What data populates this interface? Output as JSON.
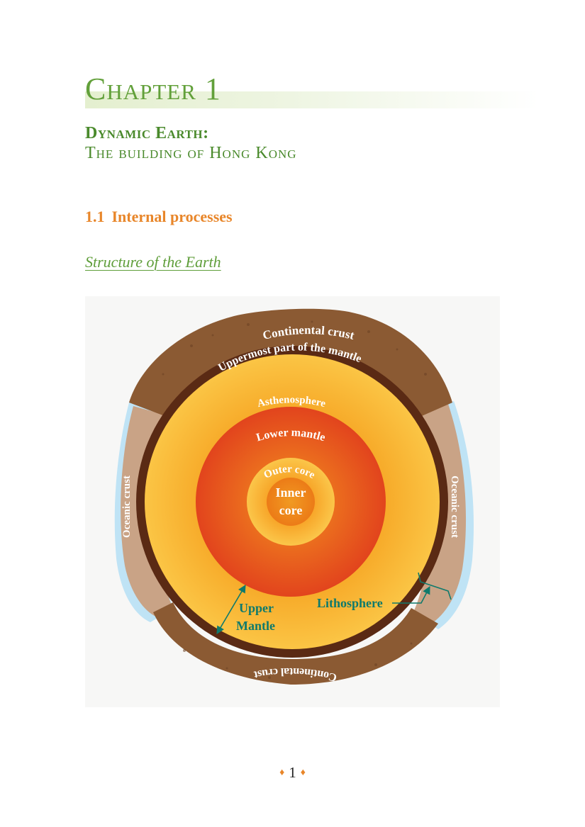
{
  "chapter": {
    "title": "Chapter 1"
  },
  "subtitle": {
    "line1": "Dynamic Earth:",
    "line2": "The building of Hong Kong"
  },
  "section": {
    "number": "1.1",
    "title": "Internal processes"
  },
  "subsection": {
    "title": "Structure of the Earth"
  },
  "figure": {
    "labels": {
      "continental_crust_top": "Continental crust",
      "uppermost_mantle": "Uppermost part of the mantle",
      "asthenosphere": "Asthenosphere",
      "lower_mantle": "Lower mantle",
      "outer_core": "Outer core",
      "inner_core_line1": "Inner",
      "inner_core_line2": "core",
      "oceanic_crust_left": "Oceanic crust",
      "oceanic_crust_right": "Oceanic crust",
      "upper_mantle_line1": "Upper",
      "upper_mantle_line2": "Mantle",
      "lithosphere": "Lithosphere",
      "continental_crust_bottom": "Continental crust"
    },
    "colors": {
      "continental_crust": "#8b5a33",
      "oceanic_crust": "#c9a386",
      "ocean": "#bfe3f5",
      "uppermost_mantle": "#5a2a14",
      "asthenosphere": "#f7b62a",
      "lower_mantle": "#e8501e",
      "outer_core": "#f9b73a",
      "inner_core": "#f08a1c",
      "annotation": "#0f7a6c"
    }
  },
  "footer": {
    "page_number": "1",
    "ornament": "♦"
  }
}
